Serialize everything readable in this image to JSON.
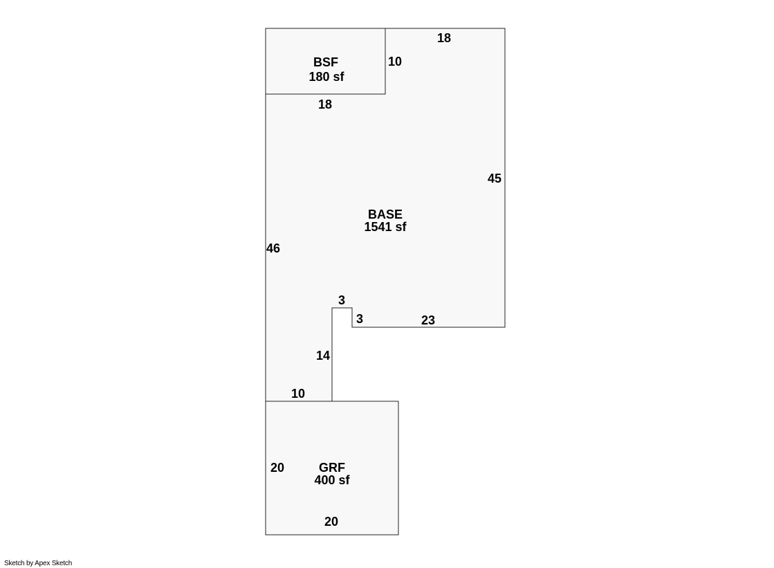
{
  "areas": {
    "base": {
      "name": "BASE",
      "area": "1541 sf"
    },
    "bsf": {
      "name": "BSF",
      "area": "180 sf"
    },
    "grf": {
      "name": "GRF",
      "area": "400 sf"
    }
  },
  "dimensions": {
    "base_top": "18",
    "bsf_right": "10",
    "bsf_bottom": "18",
    "base_right": "45",
    "base_left": "46",
    "notch_top": "3",
    "notch_right": "3",
    "base_bottom": "23",
    "hall_right": "14",
    "hall_bottom": "10",
    "grf_left": "20",
    "grf_bottom": "20"
  },
  "footer": {
    "credit": "Sketch by Apex Sketch"
  }
}
